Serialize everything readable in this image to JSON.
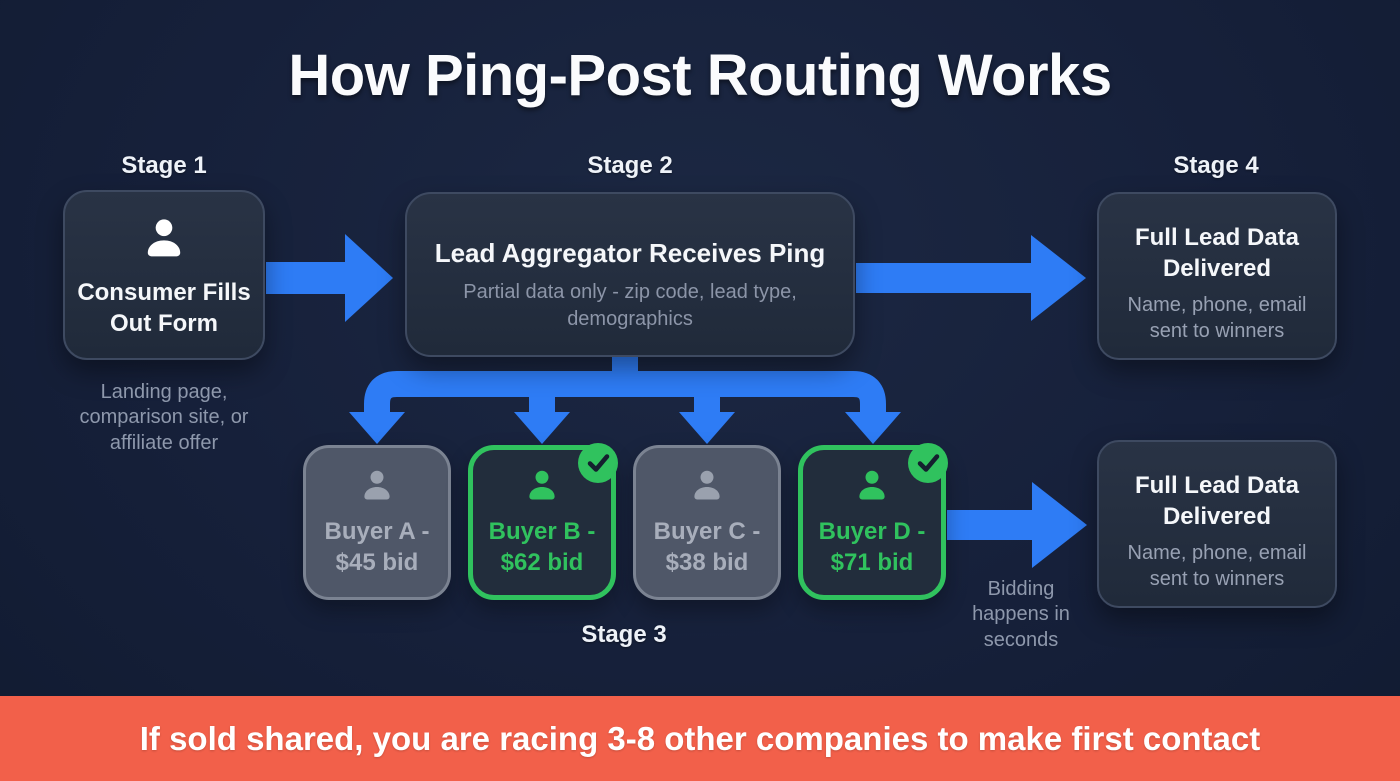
{
  "title": "How Ping-Post Routing Works",
  "stage1": {
    "label": "Stage 1",
    "box_title": "Consumer Fills Out Form",
    "caption": "Landing page, comparison site, or affiliate offer"
  },
  "stage2": {
    "label": "Stage 2",
    "box_title": "Lead Aggregator Receives Ping",
    "box_subtitle": "Partial data only - zip code, lead type, demographics"
  },
  "stage3": {
    "label": "Stage 3",
    "caption": "Bidding happens in seconds",
    "buyers": [
      {
        "name": "Buyer A -",
        "bid": "$45 bid",
        "status": "not selected",
        "winner": false
      },
      {
        "name": "Buyer B -",
        "bid": "$62 bid",
        "status": "selected",
        "winner": true
      },
      {
        "name": "Buyer C -",
        "bid": "$38 bid",
        "status": "not selected",
        "winner": false
      },
      {
        "name": "Buyer D -",
        "bid": "$71 bid",
        "status": "selected",
        "winner": true
      }
    ]
  },
  "stage4": {
    "label": "Stage 4",
    "box_title": "Full Lead Data Delivered",
    "box_subtitle": "Name, phone, email sent to winners"
  },
  "delivery2": {
    "box_title": "Full Lead Data Delivered",
    "box_subtitle": "Name, phone, email sent to winners"
  },
  "banner": {
    "text": "If sold shared, you are racing 3-8 other companies to make first contact"
  },
  "colors": {
    "arrow_blue": "#2e7cf5",
    "winner_green": "#30c25e",
    "loser_grey": "#7b8392",
    "banner_orange": "#f2604a",
    "background_navy": "#16203a",
    "card_fill": "#242e40",
    "card_border": "#3e4a61",
    "muted_text": "#8e98ac"
  }
}
